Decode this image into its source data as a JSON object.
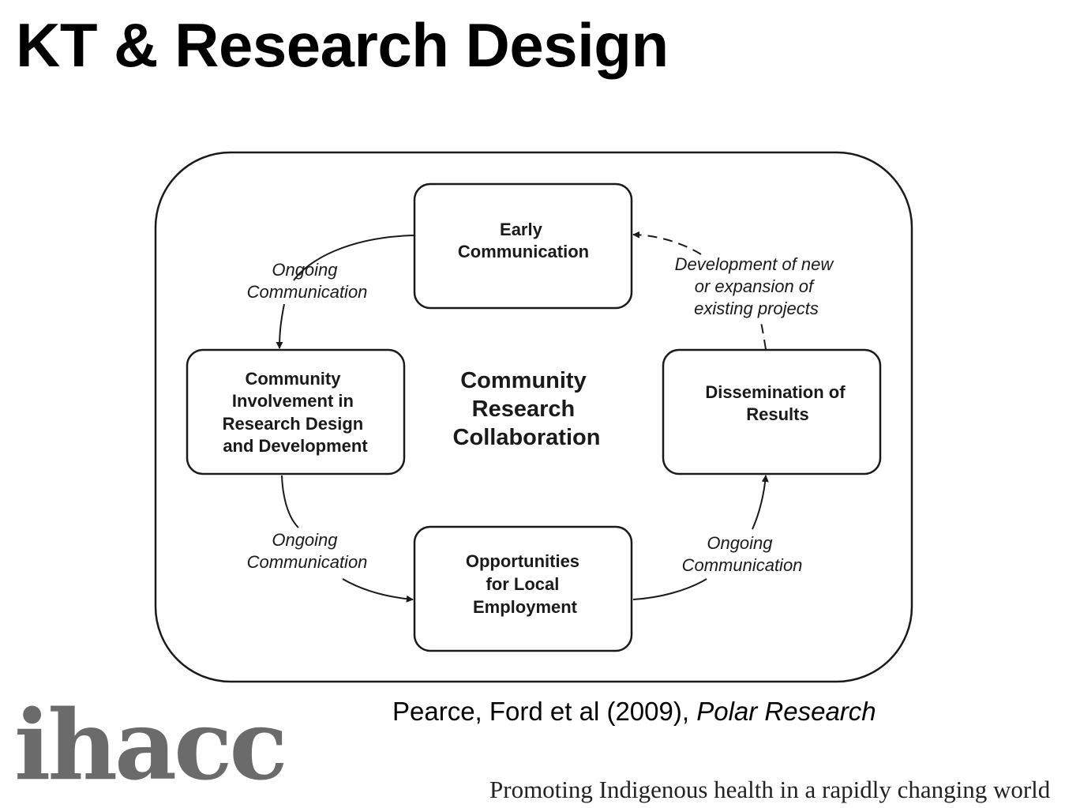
{
  "title": "KT & Research Design",
  "diagram": {
    "center_lines": [
      "Community",
      "Research",
      "Collaboration"
    ],
    "boxes": {
      "early": [
        "Early",
        "Communication"
      ],
      "involvement": [
        "Community",
        "Involvement in",
        "Research Design",
        "and Development"
      ],
      "dissemination": [
        "Dissemination of",
        "Results"
      ],
      "employment": [
        "Opportunities",
        "for Local",
        "Employment"
      ]
    },
    "flows": {
      "top_left": [
        "Ongoing",
        "Communication"
      ],
      "bottom_left": [
        "Ongoing",
        "Communication"
      ],
      "bottom_right": [
        "Ongoing",
        "Communication"
      ],
      "top_right": [
        "Development of new",
        "or expansion of",
        "existing projects"
      ]
    }
  },
  "citation": {
    "authors": "Pearce, Ford et al (2009),",
    "journal": "Polar Research"
  },
  "footer": {
    "logo_text": "ihacc",
    "tagline": "Promoting Indigenous health in a rapidly changing world"
  }
}
